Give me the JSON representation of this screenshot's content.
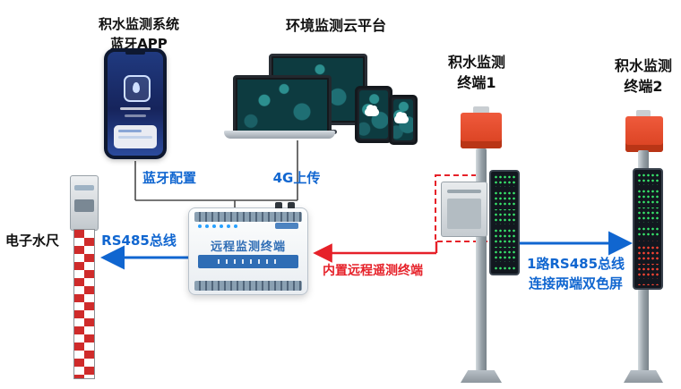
{
  "colors": {
    "accent_blue": "#1066d0",
    "accent_red": "#e62129",
    "pole_red": "#e0492e",
    "led_green": "#37e66b",
    "led_red": "#ff4433"
  },
  "app": {
    "label_line1": "积水监测系统",
    "label_line2": "蓝牙APP"
  },
  "cloud": {
    "label": "环境监测云平台"
  },
  "links": {
    "bluetooth": "蓝牙配置",
    "upload": "4G上传",
    "rs485": "RS485总线",
    "builtin": "内置远程遥测终端",
    "dual1": "1路RS485总线",
    "dual2": "连接两端双色屏"
  },
  "ruler": {
    "label": "电子水尺"
  },
  "rtu": {
    "label": "远程监测终端"
  },
  "terminal1": {
    "line1": "积水监测",
    "line2": "终端1"
  },
  "terminal2": {
    "line1": "积水监测",
    "line2": "终端2"
  }
}
